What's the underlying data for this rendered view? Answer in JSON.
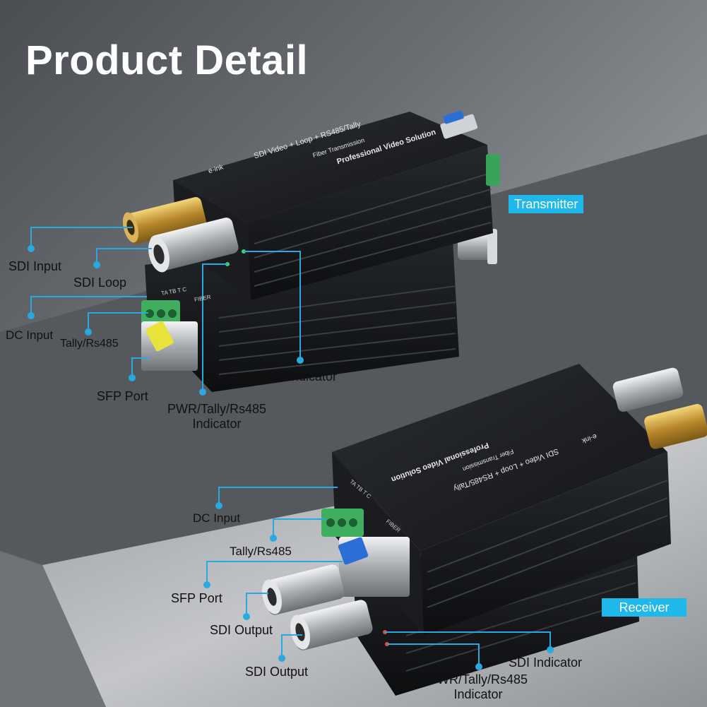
{
  "title": "Product Detail",
  "transmitter": {
    "tag": "Transmitter",
    "brand": "e-ink",
    "line1": "SDI Video + Loop + RS485/Tally",
    "line2": "Fiber Transmission",
    "line3": "Professional Video Solution",
    "port_marks": "TA TB T C",
    "fiber_mark": "FIBER",
    "labels": {
      "sdi_input": "SDI Input",
      "sdi_loop": "SDI Loop",
      "dc_input": "DC Input",
      "tally": "Tally/Rs485",
      "sfp_port": "SFP Port",
      "sdi_indicator": "SDI Indicator",
      "pwr_line1": "PWR/Tally/Rs485",
      "pwr_line2": "Indicator"
    }
  },
  "receiver": {
    "tag": "Receiver",
    "brand": "e-ink",
    "line1": "SDI Video + Loop + RS485/Tally",
    "line2": "Fiber Transmission",
    "line3": "Professional Video Solution",
    "port_marks": "TA TB T C",
    "fiber_mark": "FIBER",
    "labels": {
      "dc_input": "DC Input",
      "tally": "Tally/Rs485",
      "sfp_port": "SFP Port",
      "sdi_output_1": "SDI Output",
      "sdi_output_2": "SDI Output",
      "sdi_indicator": "SDI Indicator",
      "pwr_line1": "PWR/Tally/Rs485",
      "pwr_line2": "Indicator"
    }
  },
  "colors": {
    "accent": "#1fb8ea",
    "leader": "#2aa8e0",
    "device": "#1c1e22",
    "gold": "#c9a13a",
    "silver": "#c8ccd0"
  }
}
